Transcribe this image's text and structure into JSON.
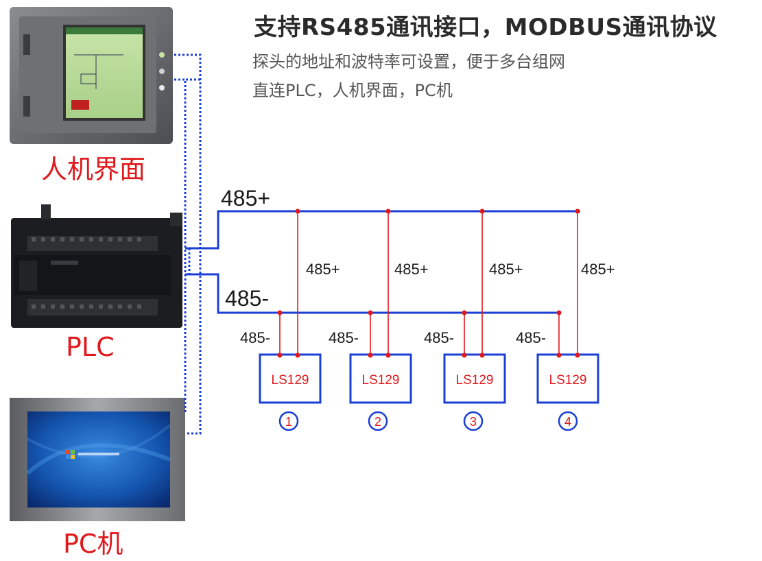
{
  "title": "支持RS485通讯接口，MODBUS通讯协议",
  "subtitle_lines": [
    "探头的地址和波特率可设置，便于多台组网",
    "直连PLC，人机界面，PC机"
  ],
  "devices": {
    "hmi": {
      "label": "人机界面"
    },
    "plc": {
      "label": "PLC"
    },
    "pc": {
      "label": "PC机"
    }
  },
  "bus": {
    "positive_label": "485+",
    "negative_label": "485-"
  },
  "sensors": [
    {
      "name": "LS129",
      "number": "1",
      "plus": "485+",
      "minus": "485-"
    },
    {
      "name": "LS129",
      "number": "2",
      "plus": "485+",
      "minus": "485-"
    },
    {
      "name": "LS129",
      "number": "3",
      "plus": "485+",
      "minus": "485-"
    },
    {
      "name": "LS129",
      "number": "4",
      "plus": "485+",
      "minus": "485-"
    }
  ],
  "colors": {
    "bus_line": "#1a3fd6",
    "drop_line": "#e0191c",
    "label_red": "#e0191c",
    "title": "#2a2a2a"
  }
}
